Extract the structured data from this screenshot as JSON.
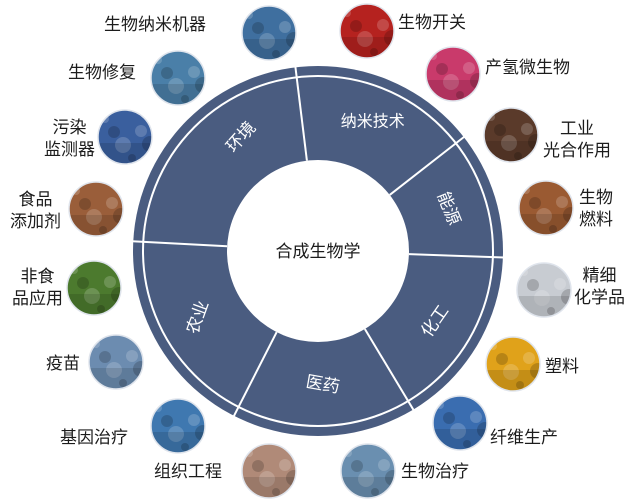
{
  "center": {
    "label": "合成生物学"
  },
  "sectors": [
    {
      "id": "nano",
      "label": "纳米技术"
    },
    {
      "id": "energy",
      "label": "能源"
    },
    {
      "id": "chem",
      "label": "化工"
    },
    {
      "id": "medicine",
      "label": "医药"
    },
    {
      "id": "agri",
      "label": "农业"
    },
    {
      "id": "env",
      "label": "环境"
    }
  ],
  "applications": [
    {
      "id": "nanomachine",
      "label": "生物纳米机器",
      "photo_icon": "nanomachine-photo-icon",
      "color": "#3f6f9f"
    },
    {
      "id": "bioswitch",
      "label": "生物开关",
      "photo_icon": "bio-switch-photo-icon",
      "color": "#b5221f"
    },
    {
      "id": "hydrogen",
      "label": "产氢微生物",
      "photo_icon": "hydrogen-microbe-photo-icon",
      "color": "#c93a6b"
    },
    {
      "id": "photosynth",
      "label": [
        "工业",
        "光合作用"
      ],
      "photo_icon": "photosynthesis-photo-icon",
      "color": "#5a3a2a"
    },
    {
      "id": "biofuel",
      "label": [
        "生物",
        "燃料"
      ],
      "photo_icon": "biofuel-photo-icon",
      "color": "#9a5a32"
    },
    {
      "id": "finechem",
      "label": [
        "精细",
        "化学品"
      ],
      "photo_icon": "fine-chemicals-photo-icon",
      "color": "#c8ccd2"
    },
    {
      "id": "plastics",
      "label": "塑料",
      "photo_icon": "plastics-photo-icon",
      "color": "#e0a21a"
    },
    {
      "id": "fiber",
      "label": "纤维生产",
      "photo_icon": "fiber-photo-icon",
      "color": "#3a6db0"
    },
    {
      "id": "biotherapy",
      "label": "生物治疗",
      "photo_icon": "biotherapy-photo-icon",
      "color": "#6a8fb0"
    },
    {
      "id": "tissue",
      "label": "组织工程",
      "photo_icon": "tissue-engineering-photo-icon",
      "color": "#b08a78"
    },
    {
      "id": "gene",
      "label": "基因治疗",
      "photo_icon": "gene-therapy-photo-icon",
      "color": "#3f78b0"
    },
    {
      "id": "vaccine",
      "label": "疫苗",
      "photo_icon": "vaccine-photo-icon",
      "color": "#6c8cb0"
    },
    {
      "id": "nonfood",
      "label": [
        "非食",
        "品应用"
      ],
      "photo_icon": "crop-field-photo-icon",
      "color": "#4c7a2e"
    },
    {
      "id": "foodadd",
      "label": [
        "食品",
        "添加剂"
      ],
      "photo_icon": "food-additive-photo-icon",
      "color": "#9a5e3a"
    },
    {
      "id": "pollution",
      "label": [
        "污染",
        "监测器"
      ],
      "photo_icon": "pollution-monitor-photo-icon",
      "color": "#3a5f9e"
    },
    {
      "id": "bioremed",
      "label": "生物修复",
      "photo_icon": "bioremediation-photo-icon",
      "color": "#4a7fa8"
    }
  ],
  "colors": {
    "ring": "#4a5c80",
    "ring_outline": "#ffffff",
    "center": "#ffffff",
    "text_on_ring": "#ffffff",
    "label_text": "#1c1c1c"
  }
}
